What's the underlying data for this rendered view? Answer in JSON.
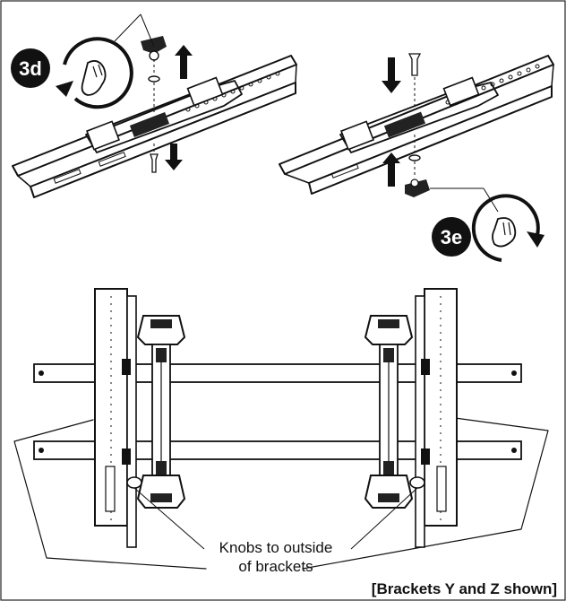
{
  "steps": {
    "step_3d": "3d",
    "step_3e": "3e"
  },
  "callout": {
    "line1": "Knobs to outside",
    "line2": "of brackets"
  },
  "caption": "[Brackets Y and Z shown]"
}
